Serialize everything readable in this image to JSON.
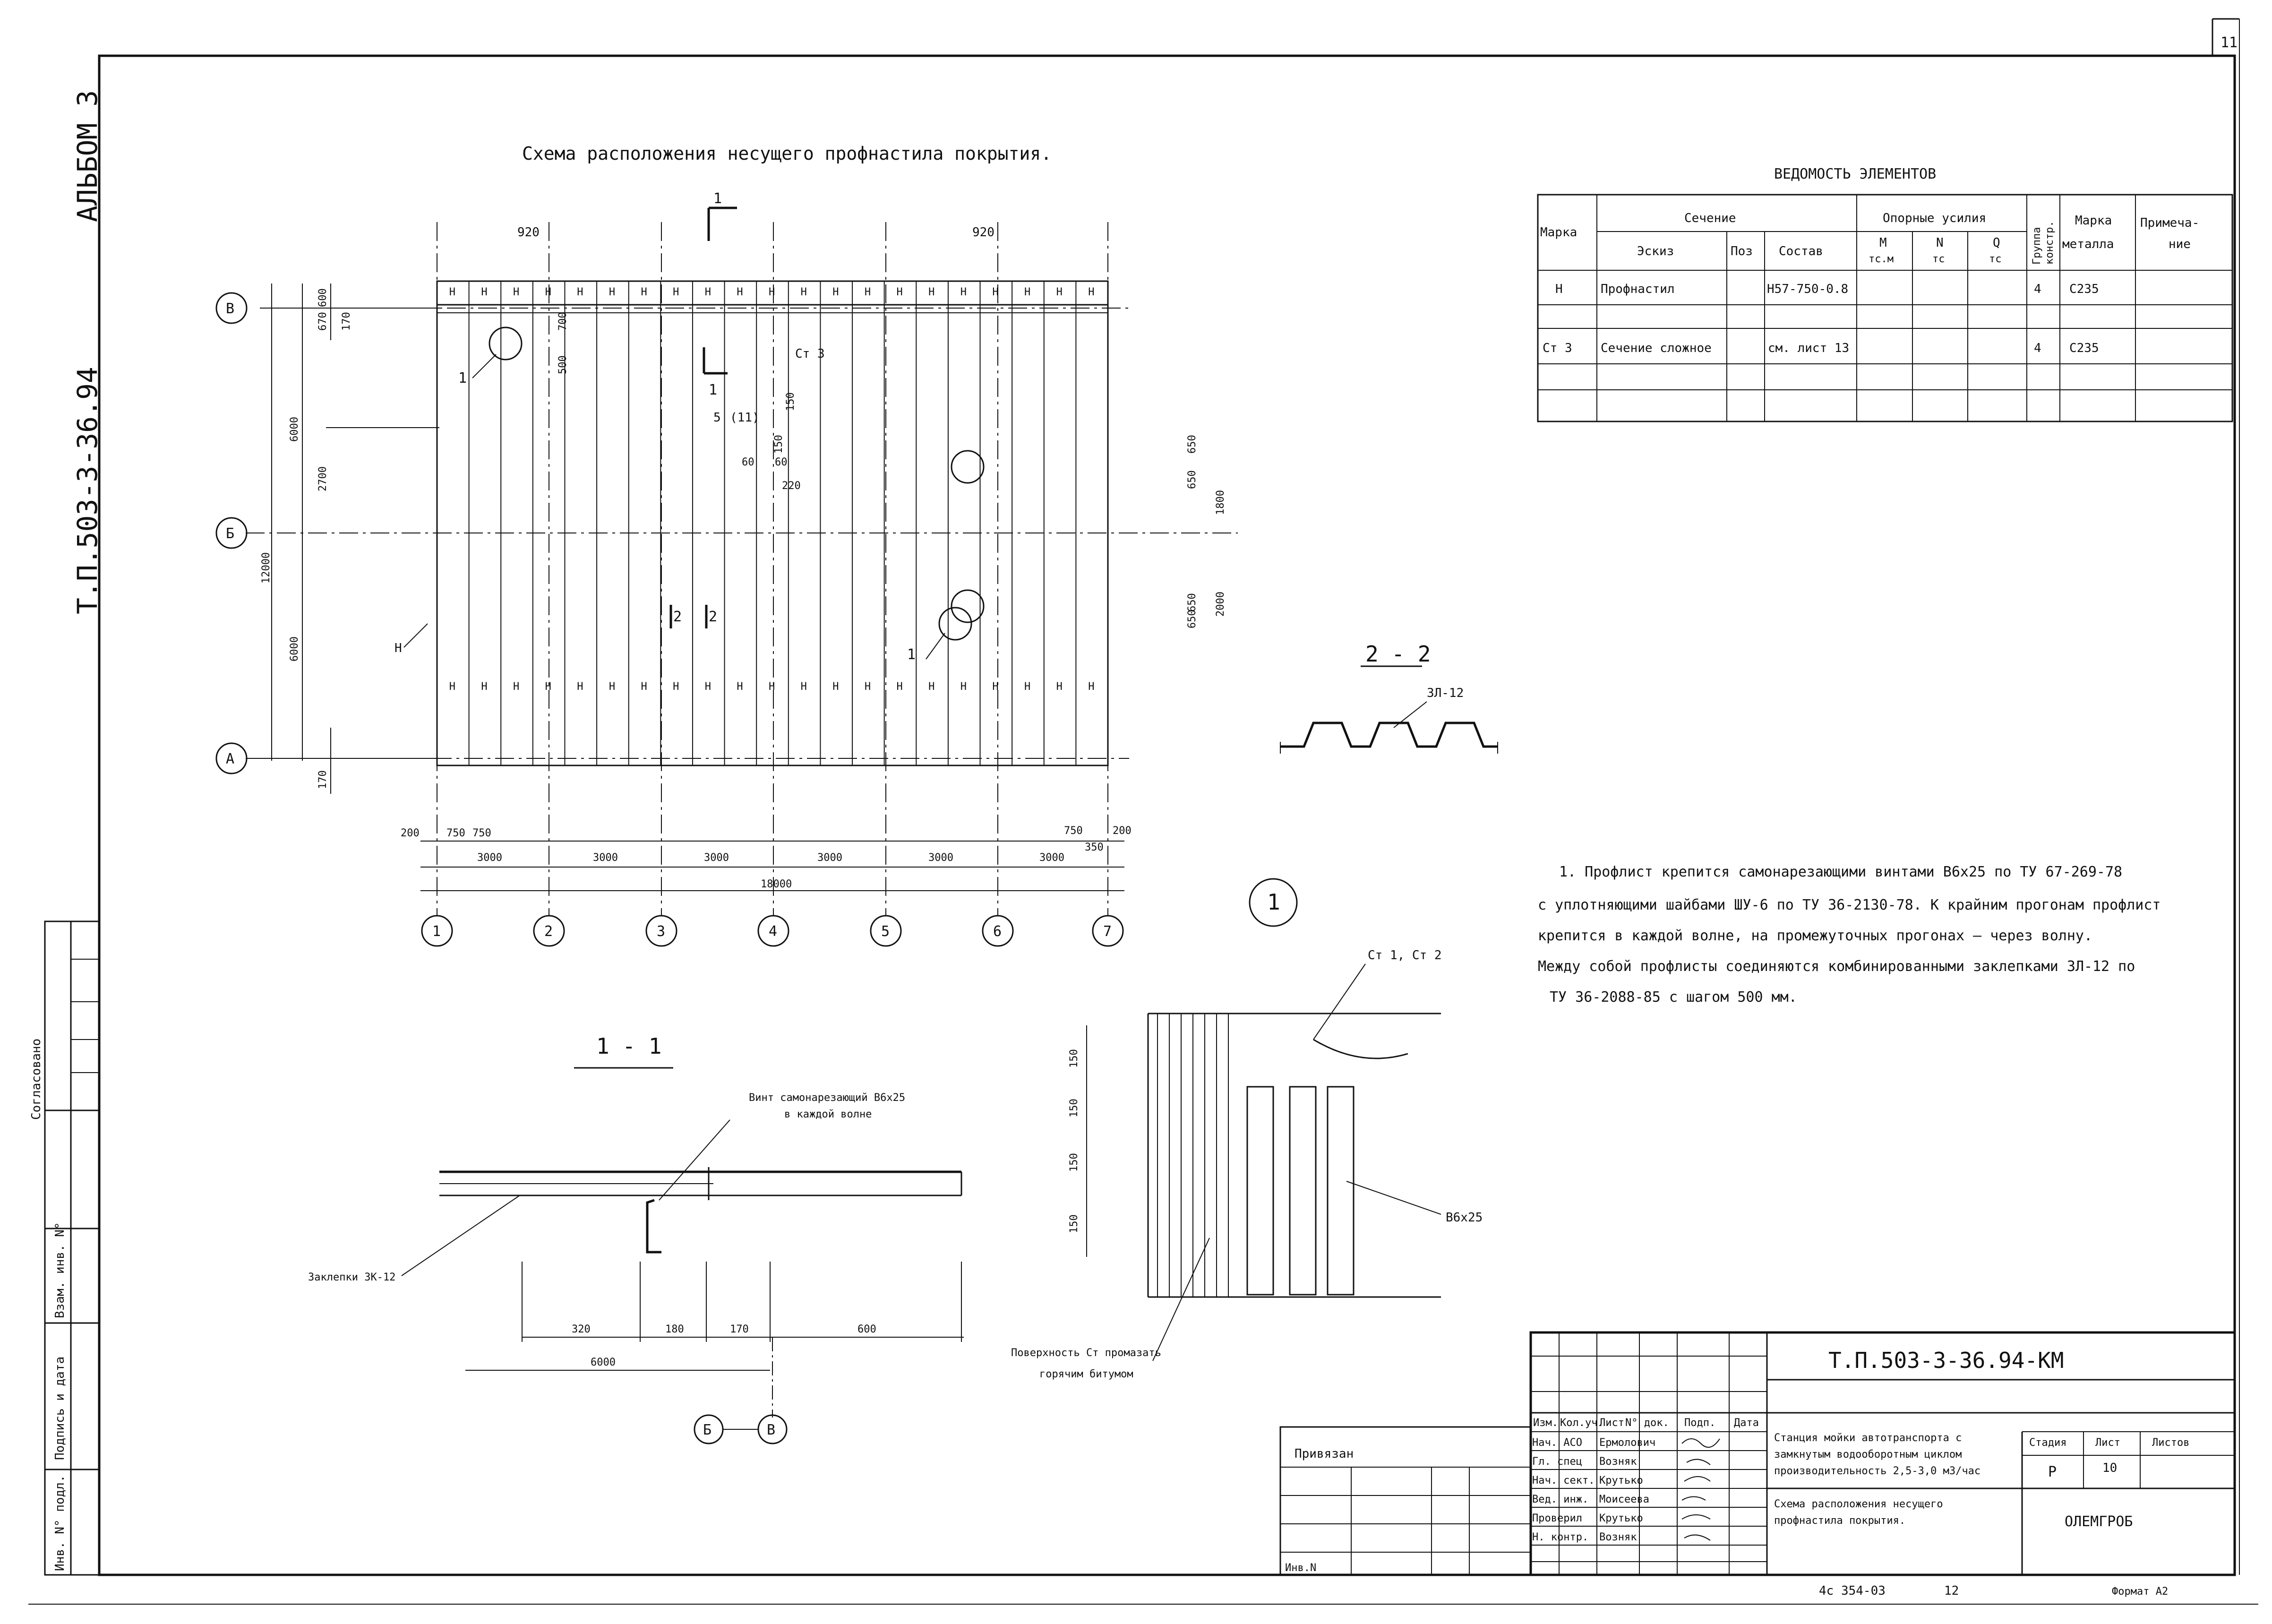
{
  "sheet": {
    "page_number": "11",
    "album": "АЛЬБОМ 3",
    "project_code_side": "Т.П.503-3-36.94",
    "drawing_title": "Схема расположения несущего профнастила покрытия.",
    "section_mark": "1"
  },
  "stamp_left": {
    "soglasovano": "Согласовано",
    "inv_podl": "Инв. N° подл.",
    "podpis_data": "Подпись и дата",
    "vzam_inv": "Взам. инв. N°"
  },
  "spec_table": {
    "title": "ВЕДОМОСТЬ ЭЛЕМЕНТОВ",
    "headers": {
      "marka": "Марка",
      "sechenie": "Сечение",
      "eskiz": "Эскиз",
      "poz": "Поз",
      "sostav": "Состав",
      "opornye_usiliya": "Опорные усилия",
      "m": "М",
      "m_unit": "тс.м",
      "n": "N",
      "n_unit": "тс",
      "q": "Q",
      "q_unit": "тс",
      "gruppa_1": "Группа",
      "gruppa_2": "констр.",
      "marka_metalla_1": "Марка",
      "marka_metalla_2": "металла",
      "primechanie_1": "Примеча-",
      "primechanie_2": "ние"
    },
    "rows": [
      {
        "marka": "Н",
        "eskiz": "Профнастил",
        "sostav": "Н57-750-0.8",
        "gruppa": "4",
        "metall": "С235"
      },
      {
        "marka": "Ст 3",
        "eskiz": "Сечение сложное",
        "sostav": "см. лист 13",
        "gruppa": "4",
        "metall": "С235"
      }
    ]
  },
  "plan": {
    "panel_mark": "Н",
    "axes_letters": [
      "В",
      "Б",
      "А"
    ],
    "axes_numbers": [
      "1",
      "2",
      "3",
      "4",
      "5",
      "6",
      "7"
    ],
    "dims_top": [
      "920",
      "920"
    ],
    "dims_left": [
      "670",
      "600",
      "170",
      "6000",
      "2700",
      "12000",
      "6000",
      "170"
    ],
    "dims_inner": [
      "500",
      "700",
      "5",
      "(11)",
      "150",
      "150",
      "60",
      "60",
      "220",
      "Ст 3",
      "650",
      "650",
      "1800",
      "2000",
      "650",
      "650"
    ],
    "dims_bottom_small": [
      "200",
      "750",
      "750",
      "750",
      "200",
      "350"
    ],
    "dims_bottom_spans": [
      "3000",
      "3000",
      "3000",
      "3000",
      "3000",
      "3000"
    ],
    "dim_total": "18000",
    "callout_1": "1",
    "section_2_a": "2",
    "section_2_b": "2",
    "section_1_a": "1",
    "section_1_b": "1"
  },
  "section_22": {
    "title": "2 - 2",
    "label": "ЗЛ-12"
  },
  "detail_1": {
    "title": "1",
    "st_label": "Ст 1, Ст 2",
    "screw": "В6х25",
    "dims": [
      "150",
      "150",
      "150",
      "150"
    ],
    "surface_1": "Поверхность Ст промазать",
    "surface_2": "горячим битумом"
  },
  "section_11": {
    "title": "1 - 1",
    "screw_1": "Винт самонарезающий В6х25",
    "screw_2": "в каждой волне",
    "rivet": "Заклепки ЗК-12",
    "dims": [
      "320",
      "180",
      "170",
      "600"
    ],
    "dim_total": "6000",
    "axis_b": "Б",
    "axis_v": "В"
  },
  "notes": [
    "1. Профлист крепится самонарезающими винтами В6х25 по ТУ 67-269-78",
    "с уплотняющими шайбами ШУ-6 по ТУ 36-2130-78. К крайним прогонам профлист",
    "крепится в каждой волне, на промежуточных прогонах — через волну.",
    "Между собой профлисты соединяются комбинированными заклепками ЗЛ-12 по",
    "ТУ 36-2088-85 с шагом 500 мм."
  ],
  "title_block": {
    "code": "Т.П.503-3-36.94-КМ",
    "cols": [
      "Изм.",
      "Кол.уч.",
      "Лист",
      "N° док.",
      "Подп.",
      "Дата"
    ],
    "people": [
      {
        "role": "Нач. АСО",
        "name": "Ермолович"
      },
      {
        "role": "Гл. спец",
        "name": "Возняк"
      },
      {
        "role": "Нач. сект.",
        "name": "Крутько"
      },
      {
        "role": "Вед. инж.",
        "name": "Моисеева"
      },
      {
        "role": "Проверил",
        "name": "Крутько"
      },
      {
        "role": "Н. контр.",
        "name": "Возняк"
      }
    ],
    "object_1": "Станция мойки автотранспорта с",
    "object_2": "замкнутым водооборотным циклом",
    "object_3": "производительность 2,5-3,0 м3/час",
    "sheet_title_1": "Схема расположения несущего",
    "sheet_title_2": "профнастила покрытия.",
    "stadiya_h": "Стадия",
    "list_h": "Лист",
    "listov_h": "Листов",
    "stadiya": "Р",
    "list": "10",
    "org": "ОЛЕМГРОБ",
    "privyazan": "Привязан",
    "inv_n": "Инв.N",
    "footer_num": "4с 354-03",
    "footer_sheet": "12",
    "format": "Формат А2"
  }
}
